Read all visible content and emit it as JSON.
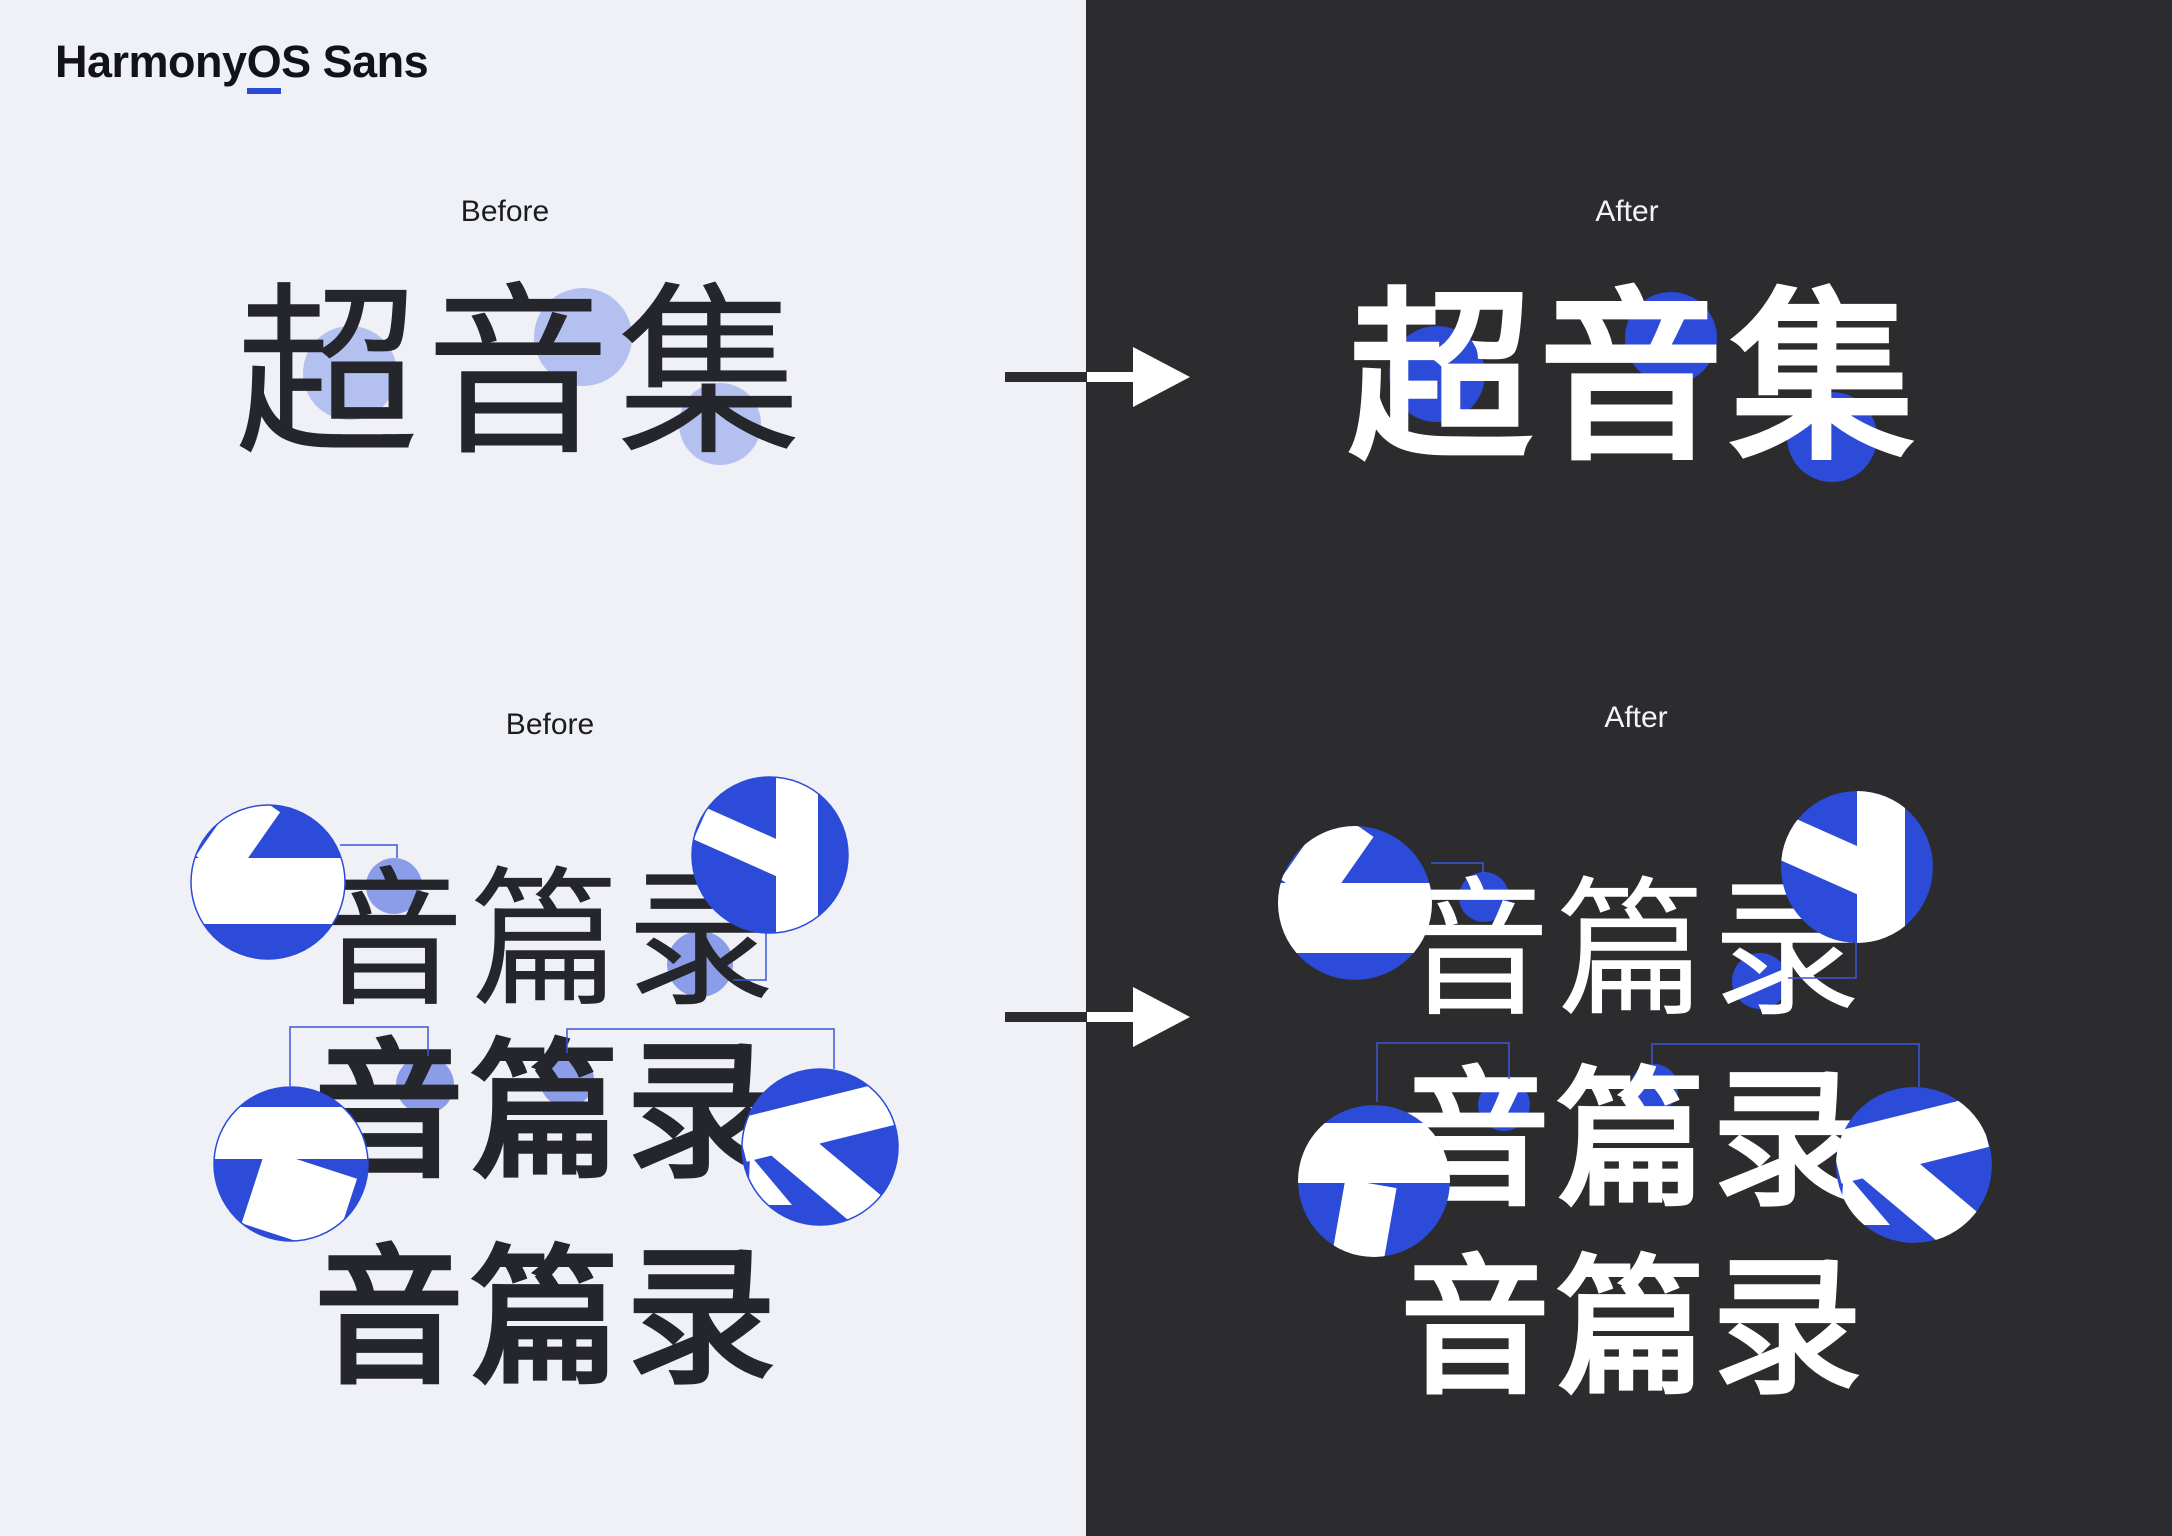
{
  "logo": {
    "part1": "Harmony",
    "part2": "O",
    "part3": "S Sans",
    "full": "HarmonyOS Sans"
  },
  "colors": {
    "accent_blue": "#2B4BD8",
    "periwinkle_soft": "#B4C0EF",
    "periwinkle_mid": "#8B9CE9",
    "light_panel_bg": "#F0F1F6",
    "dark_panel_bg": "#2C2C2F",
    "ink_text": "#25262B",
    "white_text": "#FFFFFF"
  },
  "comparison_top": {
    "before_label": "Before",
    "after_label": "After",
    "before_text": "超音集",
    "after_text": "超音集"
  },
  "comparison_bottom": {
    "before_label": "Before",
    "after_label": "After",
    "before_rows": [
      "音篇录",
      "音篇录",
      "音篇录"
    ],
    "after_rows": [
      "音篇录",
      "音篇录",
      "音篇录"
    ]
  }
}
